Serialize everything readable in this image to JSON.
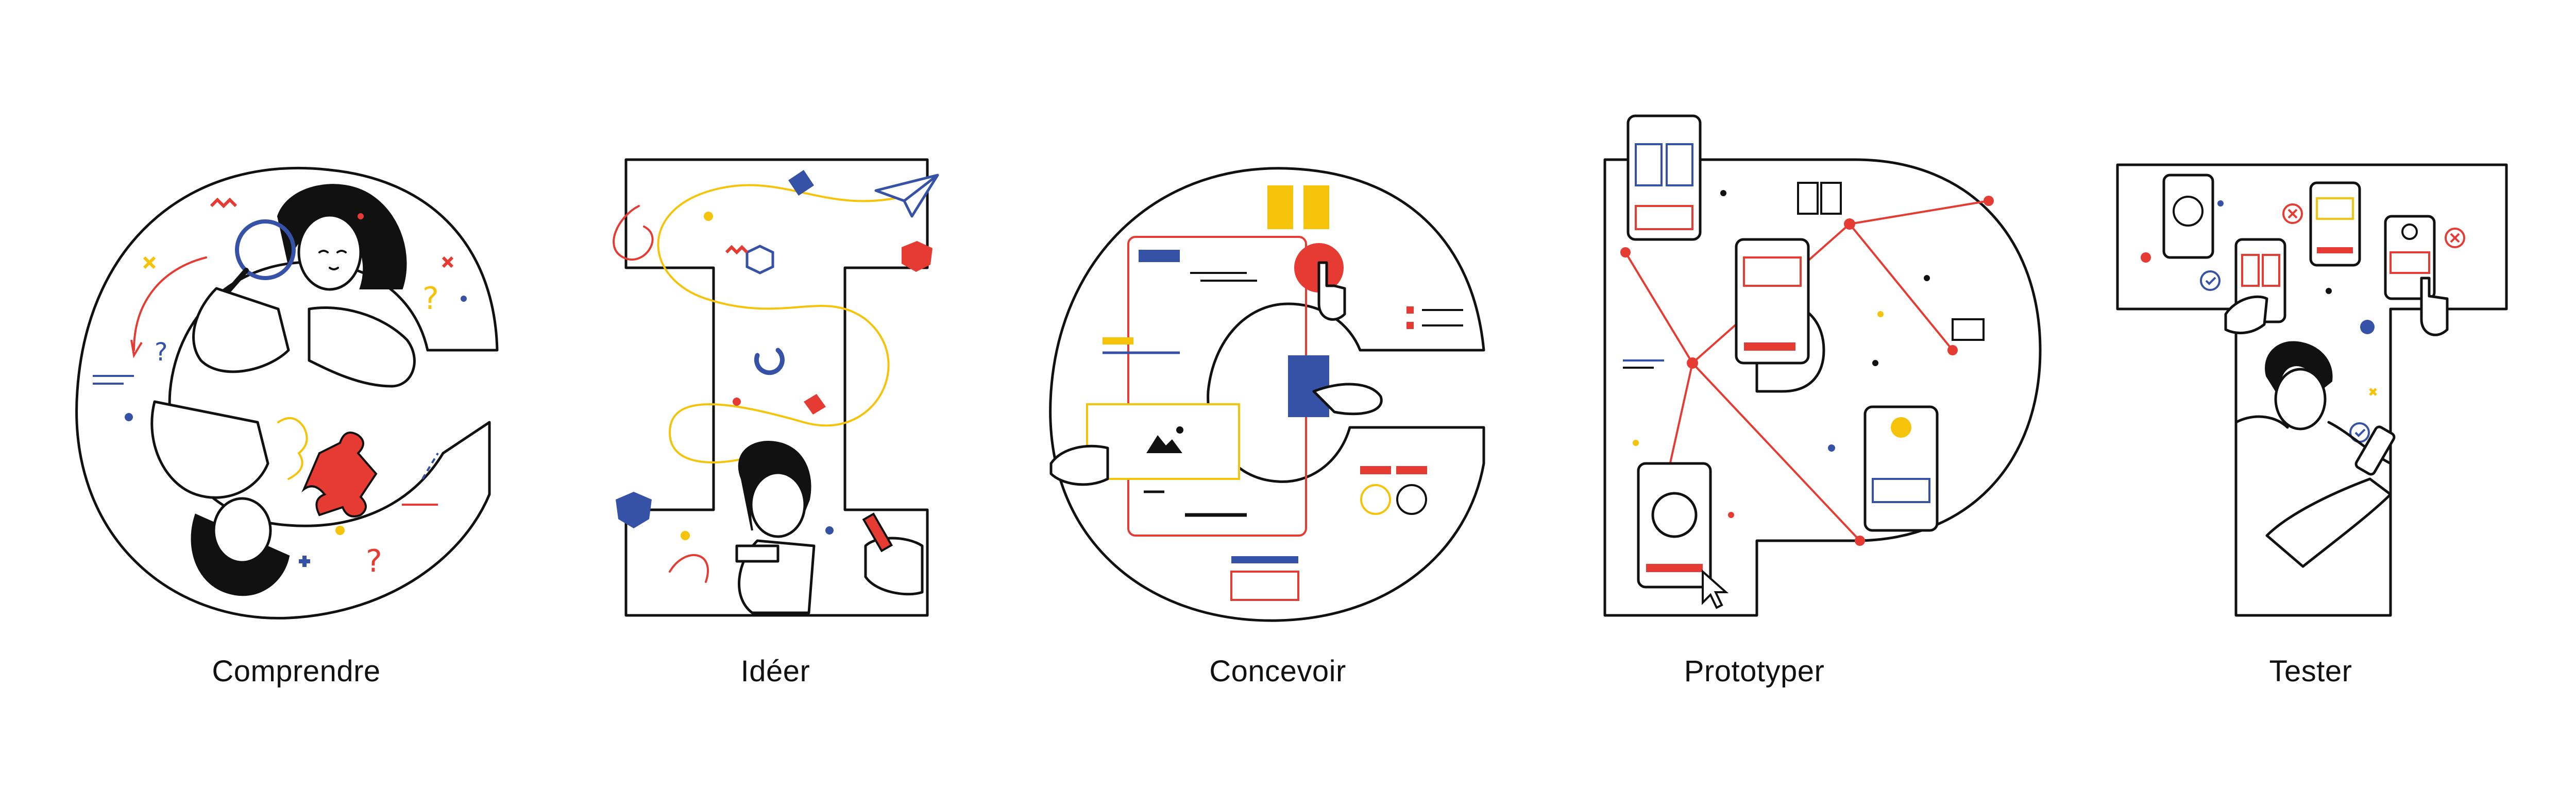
{
  "colors": {
    "ink": "#111111",
    "red": "#e63b33",
    "yellow": "#f5c40a",
    "blue": "#3552a6",
    "background": "#ffffff"
  },
  "panels": [
    {
      "label": "Comprendre",
      "letter": "C",
      "illustration": "two-people-puzzle-magnifier"
    },
    {
      "label": "Idéer",
      "letter": "I",
      "illustration": "person-thinking-paper-plane"
    },
    {
      "label": "Concevoir",
      "letter": "C",
      "illustration": "wireframe-screens-hands"
    },
    {
      "label": "Prototyper",
      "letter": "P",
      "illustration": "connected-phone-screens"
    },
    {
      "label": "Tester",
      "letter": "T",
      "illustration": "person-testing-phone"
    }
  ]
}
